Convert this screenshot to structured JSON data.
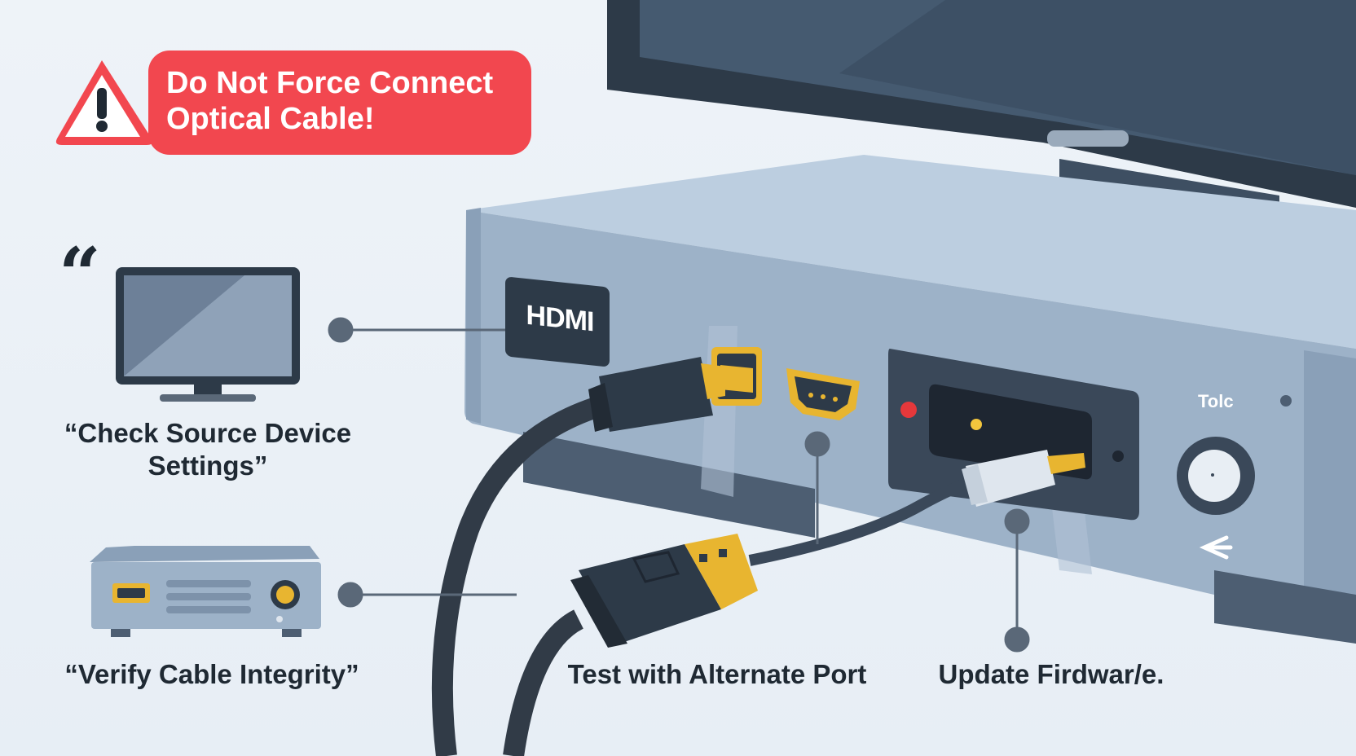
{
  "warning": {
    "title_line1": "Do Not Force Connect",
    "title_line2": "Optical Cable!",
    "icon": "warning-triangle-icon",
    "color": "#f2474f"
  },
  "steps": {
    "check_source": "“Check Source Device Settings”",
    "verify_cable": "“Verify Cable Integrity”",
    "alternate_port": "Test with Alternate Port",
    "update_firmware": "Update Firdwar/e."
  },
  "device": {
    "port_label": "HDMI",
    "button_label": "Tolc"
  },
  "quote_mark": "“",
  "colors": {
    "device_body": "#9db2c8",
    "device_dark": "#2d3a48",
    "port_gold": "#e8b530",
    "cable": "#313b47",
    "connector_line": "#5a6878"
  }
}
